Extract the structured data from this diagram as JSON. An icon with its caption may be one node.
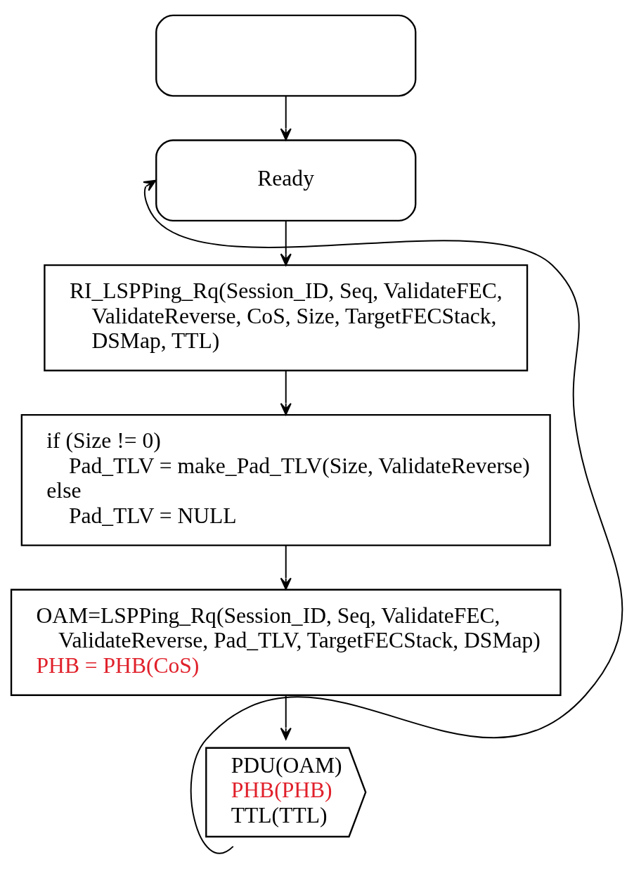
{
  "diagram": {
    "nodes": [
      {
        "text": [],
        "shape": "box"
      },
      {
        "text": [
          "Ready"
        ]
      },
      {
        "text": [
          "RI_LSPPing_Rq(Session_ID, Seq, ValidateFEC, ValidateReverse, CoS, Size, TargetFECStack, DSMap, TTL)"
        ]
      },
      {
        "text": [
          "if (Size != 0)",
          "Pad_TLV = make_Pad_TLV(Size, ValidateReverse)",
          "else",
          "Pad_TLV = NULL"
        ]
      },
      {
        "text": [
          "OAM=LSPPing_Rq(Session_ID, Seq, ValidateFEC, ValidateReverse, Pad_TLV, TargetFECStack, DSMap)",
          "PHB = PHB(CoS)"
        ]
      },
      {
        "text": [
          "PDU(OAM)",
          "PHB(PHB)",
          "TTL(TTL)"
        ]
      }
    ],
    "edges": [
      {
        "from": 0,
        "to": 1,
        "arrow": "to"
      },
      {
        "from": 1,
        "to": 2,
        "arrow": "to"
      },
      {
        "from": 2,
        "to": 3,
        "arrow": "to"
      },
      {
        "from": 3,
        "to": 4,
        "arrow": "to"
      },
      {
        "from": 4,
        "to": 5,
        "arrow": "to"
      },
      {
        "from": 5,
        "to": 1,
        "arrow": "to"
      }
    ]
  }
}
